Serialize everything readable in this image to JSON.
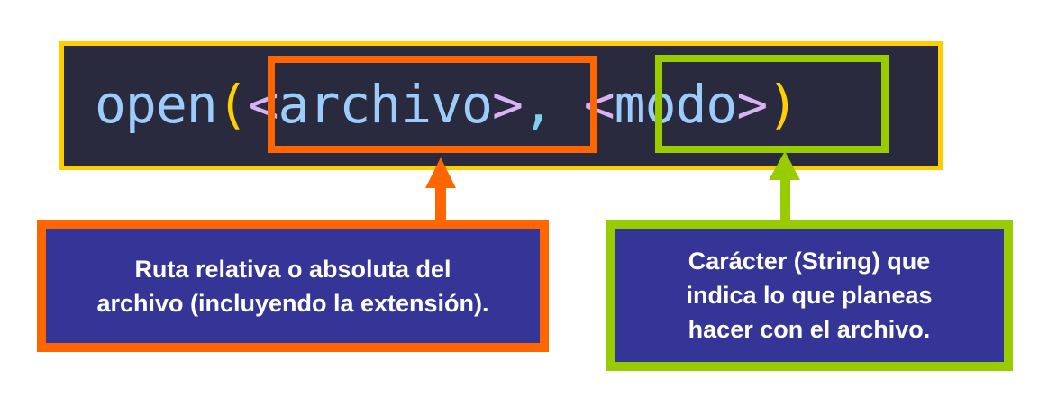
{
  "code": {
    "function_name": "open",
    "open_paren": "(",
    "arg1_open": "<",
    "arg1_name": "archivo",
    "arg1_close": ">",
    "comma": ", ",
    "arg2_open": "<",
    "arg2_name": "modo",
    "arg2_close": ">",
    "close_paren": ")"
  },
  "annotations": [
    {
      "target": "archivo",
      "text_line1": "Ruta relativa o absoluta del",
      "text_line2": "archivo (incluyendo la extensión).",
      "color": "#ff6600"
    },
    {
      "target": "modo",
      "text_line1": "Carácter (String) que",
      "text_line2": "indica lo que planeas",
      "text_line3": "hacer con el archivo.",
      "color": "#99cc00"
    }
  ],
  "colors": {
    "code_background": "#2a2a3f",
    "code_border": "#ffcc00",
    "label_background": "#353598",
    "identifier": "#9cccfb",
    "paren": "#ffd000",
    "angle_bracket": "#d9b2f5"
  }
}
